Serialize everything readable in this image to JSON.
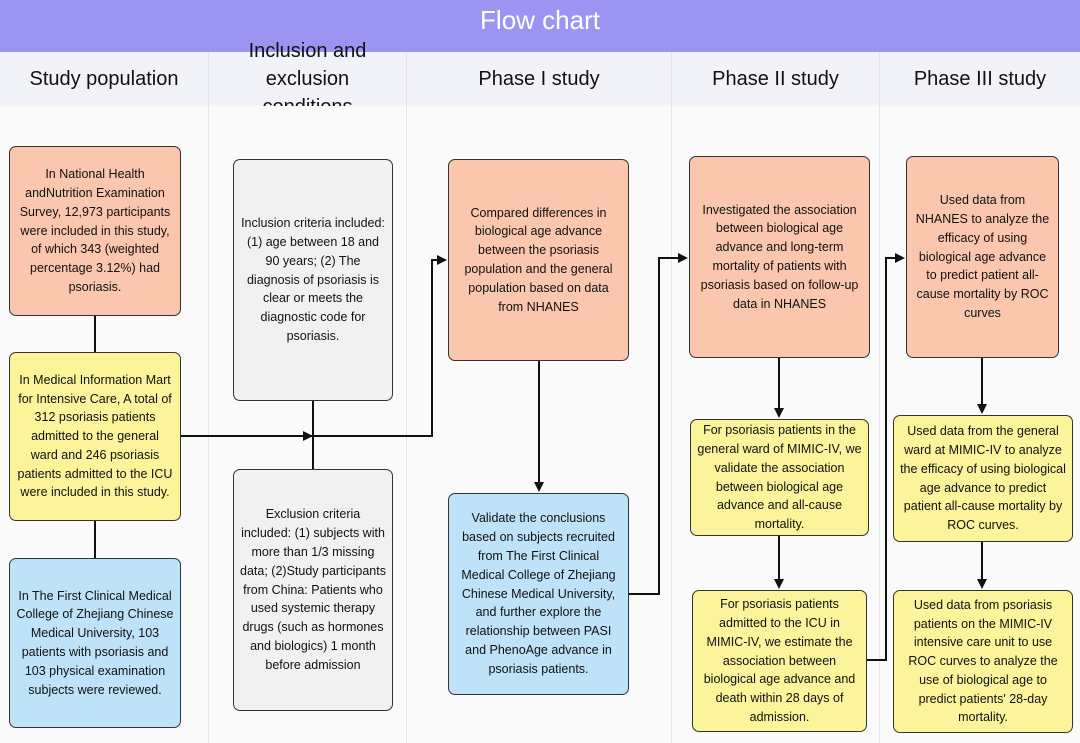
{
  "title": "Flow chart",
  "columns": [
    {
      "key": "population",
      "label": "Study population"
    },
    {
      "key": "criteria",
      "label": "Inclusion and exclusion conditions"
    },
    {
      "key": "phase1",
      "label": "Phase I study"
    },
    {
      "key": "phase2",
      "label": "Phase II study"
    },
    {
      "key": "phase3",
      "label": "Phase III study"
    }
  ],
  "boxes": {
    "nhanes": "In National Health andNutrition Examination Survey, 12,973 participants were included in this study, of which 343 (weighted percentage 3.12%) had psoriasis.",
    "mimic": "In Medical Information Mart for Intensive Care, A total of 312 psoriasis patients admitted to the general ward and 246 psoriasis patients admitted to the ICU were included in this study.",
    "zhejiang": "In The First Clinical Medical College of Zhejiang Chinese Medical University, 103 patients with psoriasis and 103 physical examination subjects were reviewed.",
    "inclusion": "Inclusion criteria included: (1) age between 18 and 90 years; (2) The diagnosis of psoriasis is clear or meets the diagnostic code for psoriasis.",
    "exclusion": "Exclusion criteria included: (1) subjects with more than 1/3 missing data; (2)Study participants from China: Patients who used systemic therapy drugs (such as hormones and biologics) 1 month before admission",
    "phase1_top": "Compared differences in biological age advance between the psoriasis population and the general population based on data from NHANES",
    "phase1_bottom": "Validate the conclusions based on subjects recruited from The First Clinical Medical College of Zhejiang Chinese Medical University, and further explore the relationship between PASI and PhenoAge advance in psoriasis patients.",
    "phase2_top": "Investigated the association between biological age advance and long-term mortality of patients with psoriasis based on follow-up data in NHANES",
    "phase2_mid": "For psoriasis patients in the general ward of MIMIC-IV, we validate the association between biological age advance and all-cause mortality.",
    "phase2_bottom": "For psoriasis patients admitted to the ICU in MIMIC-IV, we  estimate the association between biological age advance and death within 28 days of admission.",
    "phase3_top": "Used data from NHANES to analyze the efficacy of using biological age advance to predict patient all-cause mortality by ROC curves",
    "phase3_mid": "Used data from the general ward at MIMIC-IV to analyze the efficacy of using biological age advance to predict patient all-cause mortality by ROC curves.",
    "phase3_bottom": "Used data from psoriasis patients on the MIMIC-IV intensive care unit to use ROC curves to analyze the use of biological age to predict patients' 28-day mortality."
  },
  "colors": {
    "banner": "#9a95f3",
    "salmon": "#fac7ae",
    "yellow": "#fbf49a",
    "blue": "#bee3f9",
    "gray": "#f1f1f1",
    "line": "#111111"
  }
}
